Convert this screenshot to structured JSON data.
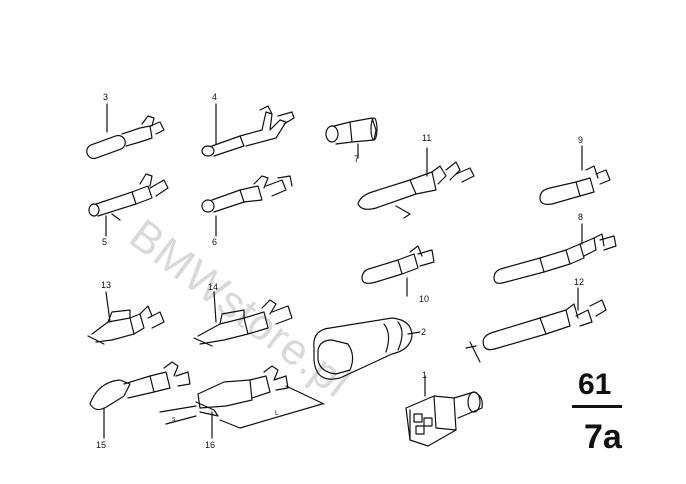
{
  "section": {
    "group": "61",
    "sheet": "7a"
  },
  "watermark": "BMWstore.pl",
  "callouts": [
    {
      "id": "p1",
      "label": "1"
    },
    {
      "id": "p2",
      "label": "2"
    },
    {
      "id": "p3",
      "label": "3"
    },
    {
      "id": "p4",
      "label": "4"
    },
    {
      "id": "p5",
      "label": "5"
    },
    {
      "id": "p6",
      "label": "6"
    },
    {
      "id": "p7",
      "label": "7"
    },
    {
      "id": "p8",
      "label": "8"
    },
    {
      "id": "p9",
      "label": "9"
    },
    {
      "id": "p10",
      "label": "10"
    },
    {
      "id": "p11",
      "label": "11"
    },
    {
      "id": "p12",
      "label": "12"
    },
    {
      "id": "p13",
      "label": "13"
    },
    {
      "id": "p14",
      "label": "14"
    },
    {
      "id": "p15",
      "label": "15"
    },
    {
      "id": "p16",
      "label": "16"
    }
  ],
  "dims": {
    "l": "L",
    "s": "s"
  }
}
